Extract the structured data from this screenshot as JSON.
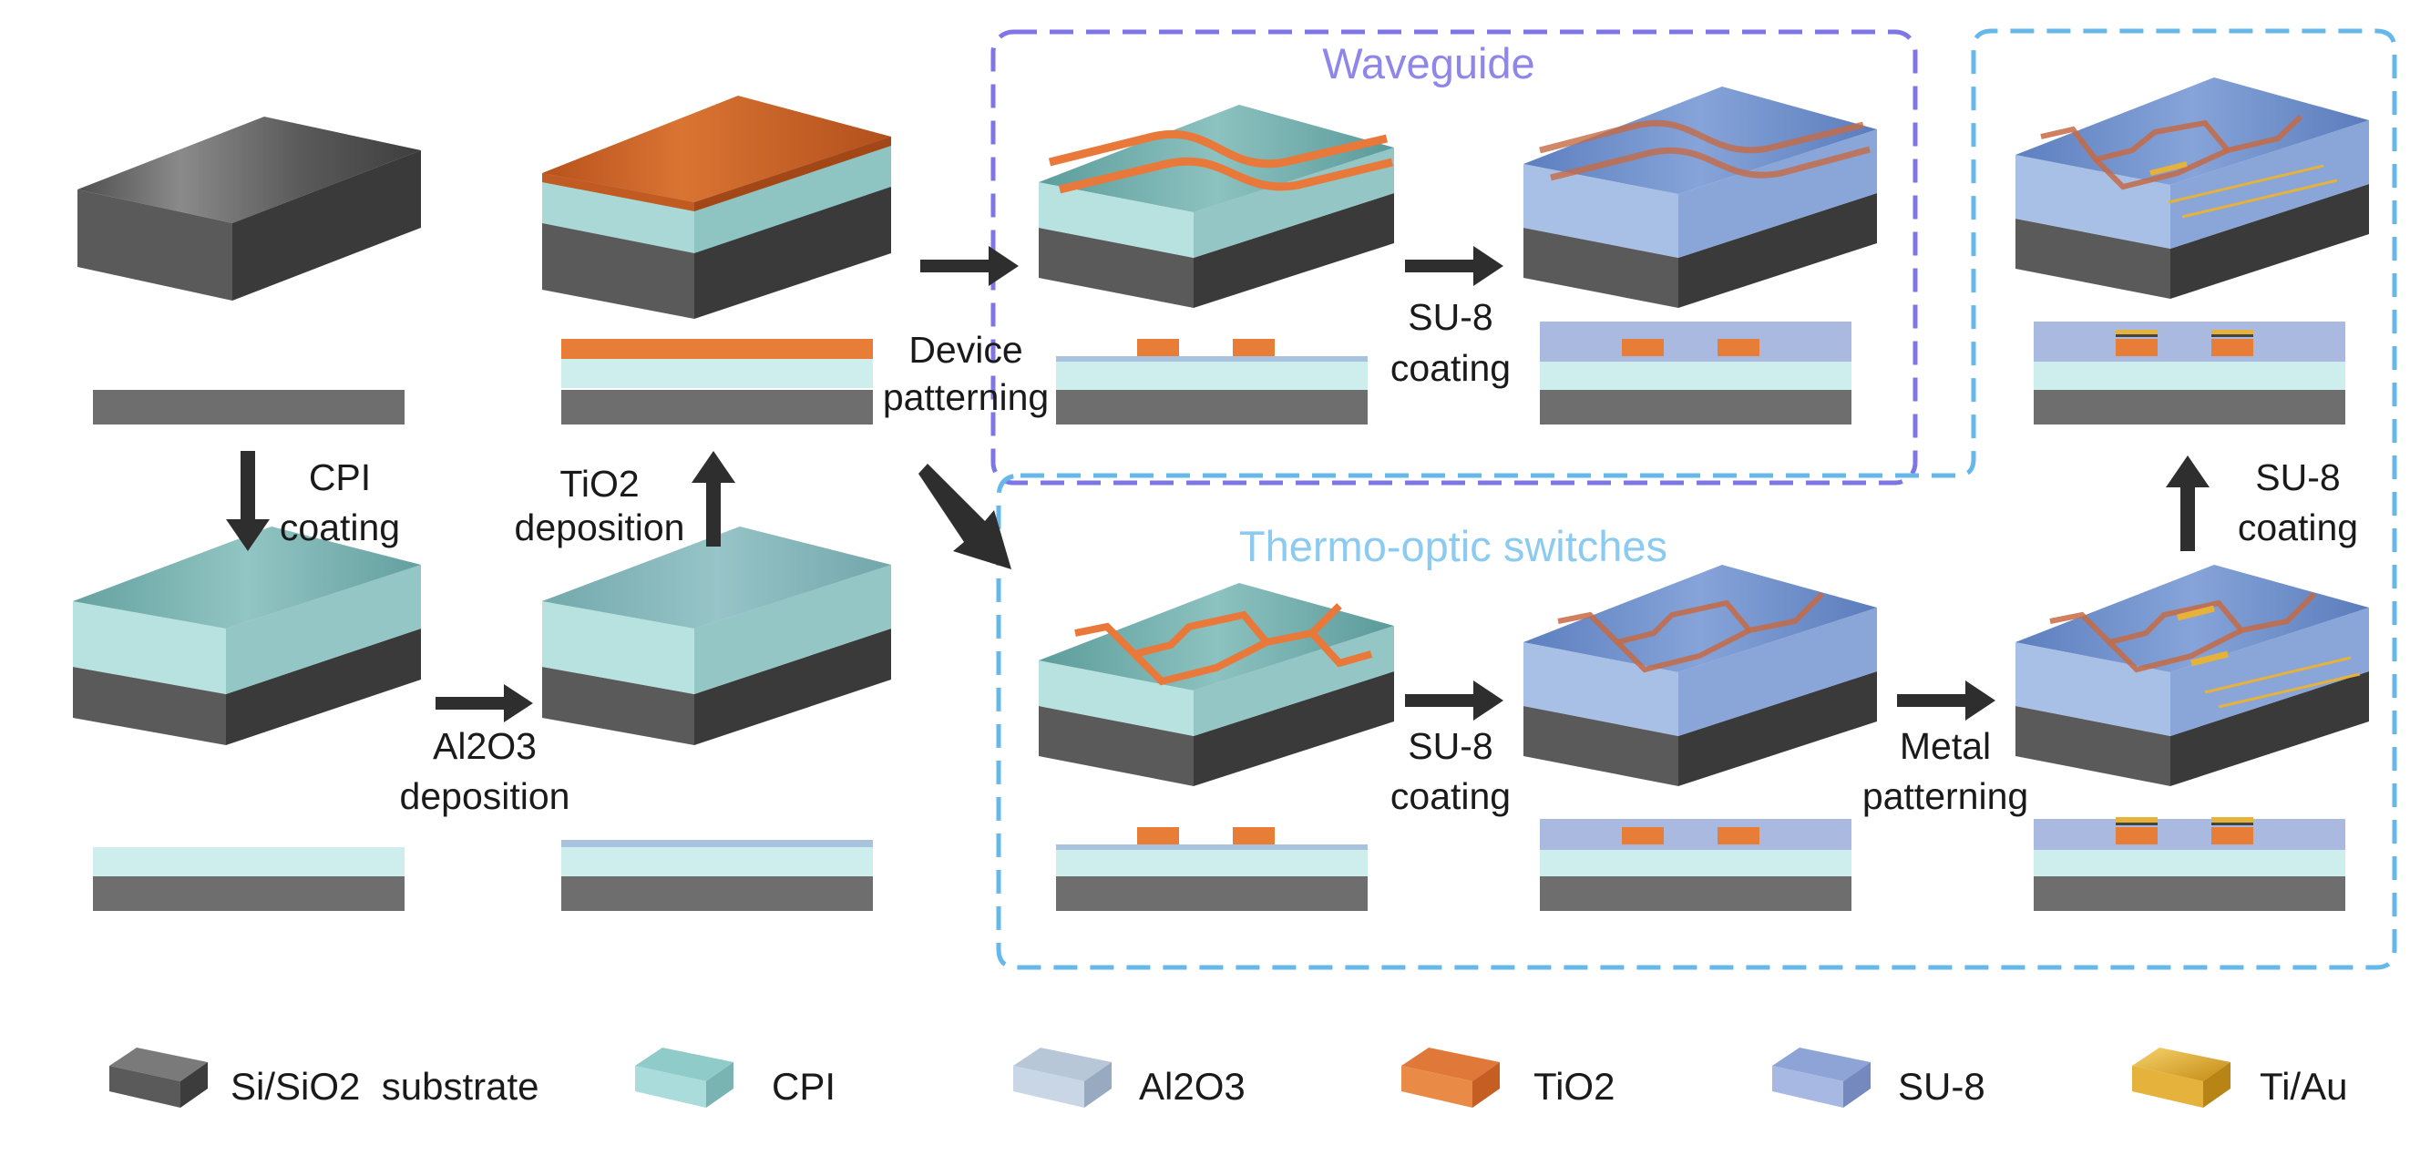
{
  "colors": {
    "substrate": "#6e6e6e",
    "cpi": "#cdeeed",
    "al2o3": "#a9c3df",
    "tio2": "#e87d37",
    "su8": "#a9b9e0",
    "tiau": "#e6b23a",
    "waveguide_border": "#7f75e6",
    "waveguide_title": "#8f86ea",
    "switch_border": "#66b7ea",
    "switch_title": "#8ccbf1",
    "arrow": "#2e2e2e"
  },
  "groups": {
    "waveguide": {
      "title": "Waveguide"
    },
    "switches": {
      "title": "Thermo-optic switches"
    }
  },
  "steps": {
    "cpi_coating": {
      "line1": "CPI",
      "line2": "coating"
    },
    "al2o3_deposition": {
      "line1": "Al2O3",
      "line2": "deposition"
    },
    "tio2_deposition": {
      "line1": "TiO2",
      "line2": "deposition"
    },
    "device_patterning": {
      "line1": "Device",
      "line2": "patterning"
    },
    "su8_coating_wg": {
      "line1": "SU-8",
      "line2": "coating"
    },
    "su8_coating_sw": {
      "line1": "SU-8",
      "line2": "coating"
    },
    "metal_patterning": {
      "line1": "Metal",
      "line2": "patterning"
    },
    "su8_coating_final": {
      "line1": "SU-8",
      "line2": "coating"
    }
  },
  "legend": [
    {
      "label": "Si/SiO2  substrate",
      "icon": "substrate-block-icon"
    },
    {
      "label": "CPI",
      "icon": "cpi-block-icon"
    },
    {
      "label": "Al2O3",
      "icon": "al2o3-block-icon"
    },
    {
      "label": "TiO2",
      "icon": "tio2-block-icon"
    },
    {
      "label": "SU-8",
      "icon": "su8-block-icon"
    },
    {
      "label": "Ti/Au",
      "icon": "tiau-block-icon"
    }
  ]
}
